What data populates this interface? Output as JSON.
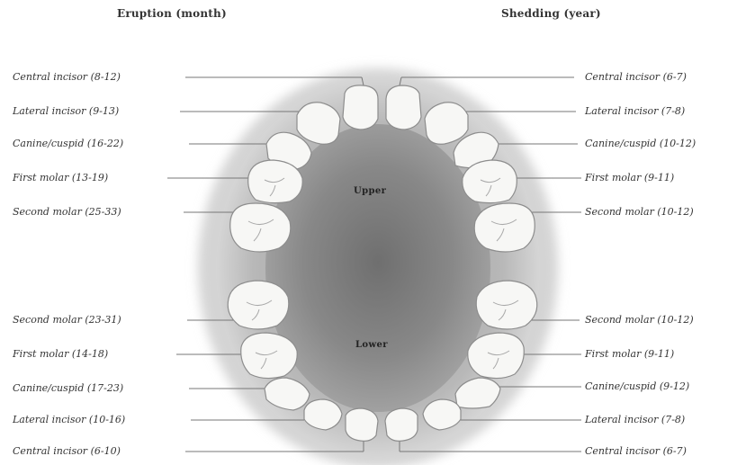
{
  "headers": {
    "left": "Eruption (month)",
    "right": "Shedding (year)"
  },
  "jaws": {
    "upper": "Upper",
    "lower": "Lower"
  },
  "labels": {
    "upper_left": [
      "Central incisor (8-12)",
      "Lateral incisor (9-13)",
      "Canine/cuspid (16-22)",
      "First molar (13-19)",
      "Second molar (25-33)"
    ],
    "upper_right": [
      "Central incisor (6-7)",
      "Lateral incisor (7-8)",
      "Canine/cuspid (10-12)",
      "First molar (9-11)",
      "Second molar (10-12)"
    ],
    "lower_left": [
      "Second molar (23-31)",
      "First molar (14-18)",
      "Canine/cuspid (17-23)",
      "Lateral incisor (10-16)",
      "Central incisor (6-10)"
    ],
    "lower_right": [
      "Second molar (10-12)",
      "First molar (9-11)",
      "Canine/cuspid (9-12)",
      "Lateral incisor (7-8)",
      "Central incisor (6-7)"
    ]
  }
}
